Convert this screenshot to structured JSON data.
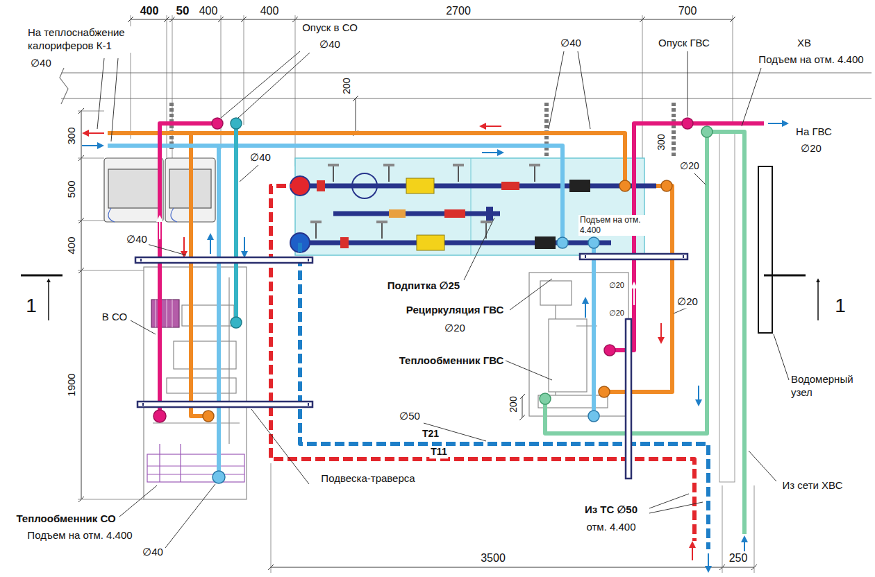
{
  "diagram": {
    "labels": [
      "400",
      "50",
      "400",
      "400",
      "2700",
      "700",
      "На теплоснабжение калориферов К-1",
      "∅40",
      "Опуск в СО",
      "∅40",
      "∅40",
      "Опуск ГВС",
      "ХВ",
      "Подъем на отм. 4.400",
      "На ГВС",
      "∅20",
      "200",
      "300",
      "300",
      "∅40",
      "∅20",
      "500",
      "Подъем на отм. 4.400",
      "400",
      "∅40",
      "Подпитка ∅25",
      "∅20",
      "В СО",
      "Рециркуляция ГВС",
      "∅20",
      "∅20",
      "∅20",
      "1900",
      "Теплообменник ГВС",
      "Водомерный узел",
      "200",
      "∅50",
      "T21",
      "T11",
      "Из сети ХВС",
      "Подвеска-траверса",
      "Теплообменник СО",
      "Подъем на отм. 4.400",
      "∅40",
      "Из ТС ∅50",
      "отм. 4.400",
      "3500",
      "250",
      "1",
      "1"
    ]
  }
}
